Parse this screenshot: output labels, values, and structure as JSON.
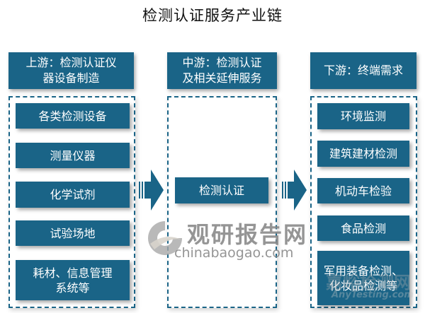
{
  "title": "检测认证服务产业链",
  "columns": [
    {
      "header_line1": "上游：检测认证仪",
      "header_line2": "器设备制造",
      "items": [
        {
          "line1": "各类检测设备",
          "line2": ""
        },
        {
          "line1": "测量仪器",
          "line2": ""
        },
        {
          "line1": "化学试剂",
          "line2": ""
        },
        {
          "line1": "试验场地",
          "line2": ""
        },
        {
          "line1": "耗材、信息管理",
          "line2": "系统等"
        }
      ]
    },
    {
      "header_line1": "中游：检测认证",
      "header_line2": "及相关延伸服务",
      "items": [
        {
          "line1": "检测认证",
          "line2": ""
        }
      ]
    },
    {
      "header_line1": "下游：终端需求",
      "header_line2": "",
      "items": [
        {
          "line1": "环境监测",
          "line2": ""
        },
        {
          "line1": "建筑建材检测",
          "line2": ""
        },
        {
          "line1": "机动车检验",
          "line2": ""
        },
        {
          "line1": "食品检测",
          "line2": ""
        },
        {
          "line1": "军用装备检测、",
          "line2": "化妆品检测等"
        }
      ]
    }
  ],
  "arrows": [
    "right-arrow-icon",
    "right-arrow-icon"
  ],
  "watermark": {
    "cn": "观研报告网",
    "en": "chinabaogao.com",
    "cn2": "嘉峪检测网",
    "en2": "AnyTesting.com"
  },
  "colors": {
    "box": "#1a6487",
    "text": "#ffffff",
    "title": "#111111"
  }
}
